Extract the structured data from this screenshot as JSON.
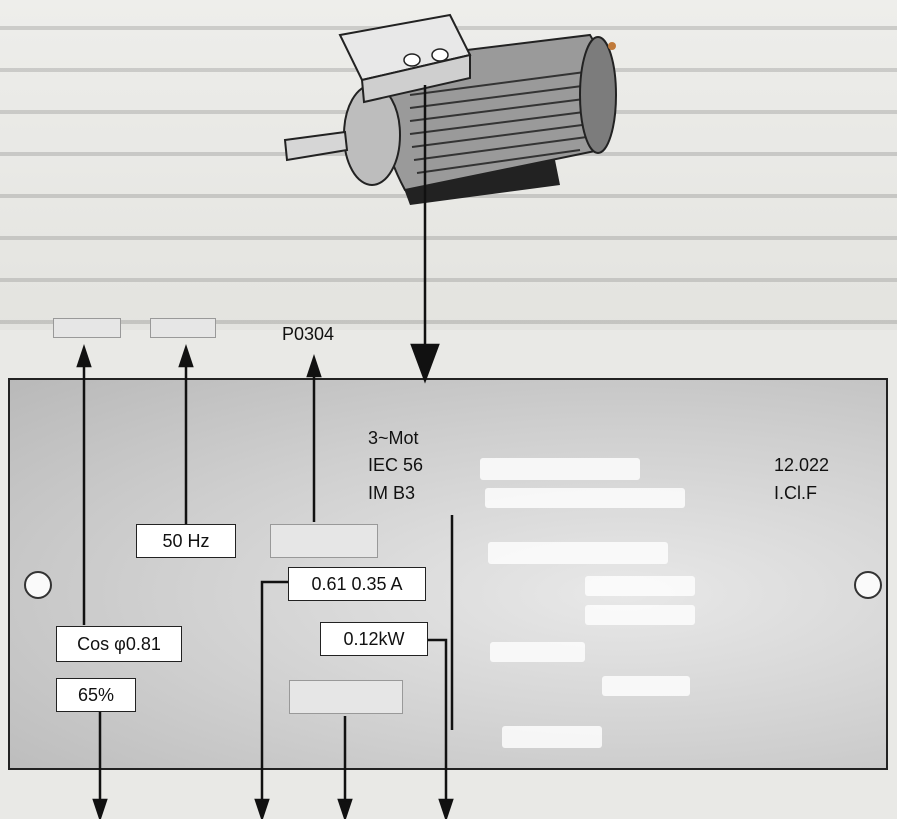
{
  "labels": {
    "p0304": "P0304",
    "mot": "3~Mot",
    "iec": "IEC 56",
    "im": "IM B3",
    "code": "12.022",
    "icl": "I.Cl.F",
    "freq": "50 Hz",
    "current": "0.61 0.35 A",
    "power": "0.12kW",
    "cos": "Cos φ0.81",
    "eff": "65%"
  },
  "colors": {
    "plate": "#c9c9c9",
    "line": "#111111",
    "box": "#ffffff"
  },
  "icons": {
    "motor": "electric-motor-icon"
  }
}
